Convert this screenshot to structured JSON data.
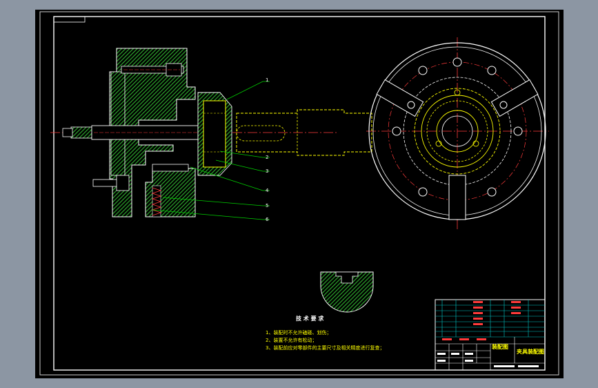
{
  "drawing": {
    "part_callouts": [
      "1",
      "2",
      "3",
      "4",
      "5",
      "6"
    ],
    "requirements": {
      "title": "技 术 要 求",
      "items": [
        "1、装配时不允许磕碰、划伤；",
        "2、装置不允许有松动；",
        "3、装配前应对零部件的主要尺寸及相关精度进行复查；"
      ]
    },
    "title_block": {
      "drawing_title": "装配图",
      "part_name": "夹具装配图"
    }
  },
  "colors": {
    "background": "#000000",
    "window": "#8c96a3",
    "hatch": "#2ea82e",
    "outline": "#ffffff",
    "part": "#ffff00",
    "centerline": "#ff3b3b",
    "leader": "#00d200",
    "frame_border": "#ffffff",
    "title_grid": "#00c8c8"
  }
}
